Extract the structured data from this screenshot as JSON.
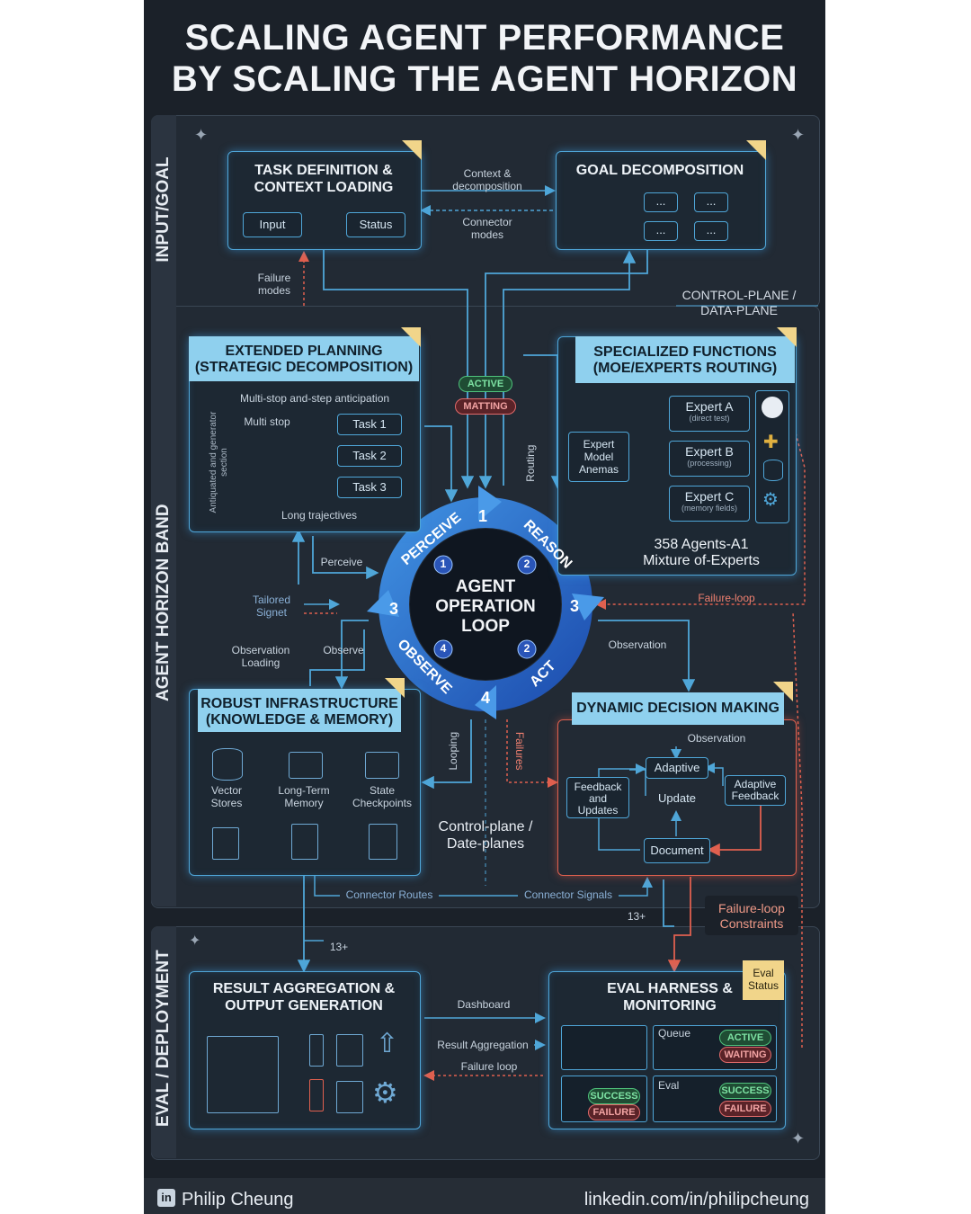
{
  "title": {
    "line1": "SCALING AGENT PERFORMANCE",
    "line2": "BY SCALING THE AGENT HORIZON"
  },
  "bands": {
    "input": "INPUT/GOAL",
    "horizon": "AGENT HORIZON BAND",
    "eval": "EVAL / DEPLOYMENT"
  },
  "task_def": {
    "title": "TASK DEFINITION & CONTEXT LOADING",
    "input": "Input",
    "status": "Status"
  },
  "goal": {
    "title": "GOAL DECOMPOSITION",
    "node": "..."
  },
  "top_labels": {
    "context": "Context & decomposition",
    "connector": "Connector modes",
    "failure_modes": "Failure modes",
    "control": "CONTROL-PLANE / DATA-PLANE"
  },
  "loop_badges": {
    "active": "ACTIVE",
    "waiting": "MATTING"
  },
  "planning": {
    "title": "EXTENDED PLANNING (STRATEGIC DECOMPOSITION)",
    "sub": "Multi-stop and-step anticipation",
    "multi": "Multi stop",
    "side": "Antiquated and generator section",
    "tasks": [
      "Task 1",
      "Task 2",
      "Task 3"
    ],
    "long": "Long trajectives"
  },
  "specialized": {
    "title": "SPECIALIZED FUNCTIONS (MOE/EXPERTS ROUTING)",
    "expert_model": "Expert Model Anemas",
    "routing": "Routing",
    "experts": [
      {
        "name": "Expert A",
        "sub": "(direct test)"
      },
      {
        "name": "Expert B",
        "sub": "(processing)"
      },
      {
        "name": "Expert C",
        "sub": "(memory fields)"
      }
    ],
    "agents1": "358 Agents-A1",
    "agents2": "Mixture of-Experts"
  },
  "loop": {
    "center": "AGENT OPERATION LOOP",
    "perceive": "PERCEIVE",
    "reason": "REASON",
    "act": "ACT",
    "observe": "OBSERVE",
    "n1": "1",
    "n2": "2",
    "n3": "3",
    "n4": "4"
  },
  "mid_labels": {
    "perceive": "Perceive",
    "tailored": "Tailored Signet",
    "obs_loading": "Observation Loading",
    "observe": "Observe",
    "failure_loop": "Failure-loop",
    "observation": "Observation",
    "looping": "Looping",
    "failures": "Failures",
    "control2": "Control-plane / Date-planes"
  },
  "infra": {
    "title": "ROBUST INFRASTRUCTURE (KNOWLEDGE & MEMORY)",
    "items": [
      "Vector Stores",
      "Long-Term Memory",
      "State Checkpoints"
    ]
  },
  "decision": {
    "title": "DYNAMIC DECISION MAKING",
    "observation": "Observation",
    "feedback": "Feedback and Updates",
    "adaptive": "Adaptive",
    "update": "Update",
    "adaptive_fb": "Adaptive Feedback",
    "document": "Document"
  },
  "bottom_labels": {
    "routes": "Connector Routes",
    "signals": "Connector Signals",
    "n13a": "13+",
    "n13b": "13+",
    "failure_constraints": "Failure-loop Constraints"
  },
  "result": {
    "title": "RESULT AGGREGATION & OUTPUT GENERATION",
    "dashboard": "Dashboard",
    "aggregation": "Result Aggregation",
    "failure": "Failure loop"
  },
  "eval": {
    "title": "EVAL HARNESS & MONITORING",
    "eval_status": "Eval Status",
    "queue": "Queue",
    "eval": "Eval",
    "active": "ACTIVE",
    "waiting": "WAITING",
    "success": "SUCCESS",
    "failure": "FAILURE"
  },
  "footer": {
    "author": "Philip Cheung",
    "url": "linkedin.com/in/philipcheung",
    "logo": "in"
  },
  "colors": {
    "background": "#1b2129",
    "accent_blue": "#4fa6d8",
    "header_blue": "#8fd0ee",
    "accent_red": "#e0604f",
    "corner_yellow": "#f1d58a"
  }
}
